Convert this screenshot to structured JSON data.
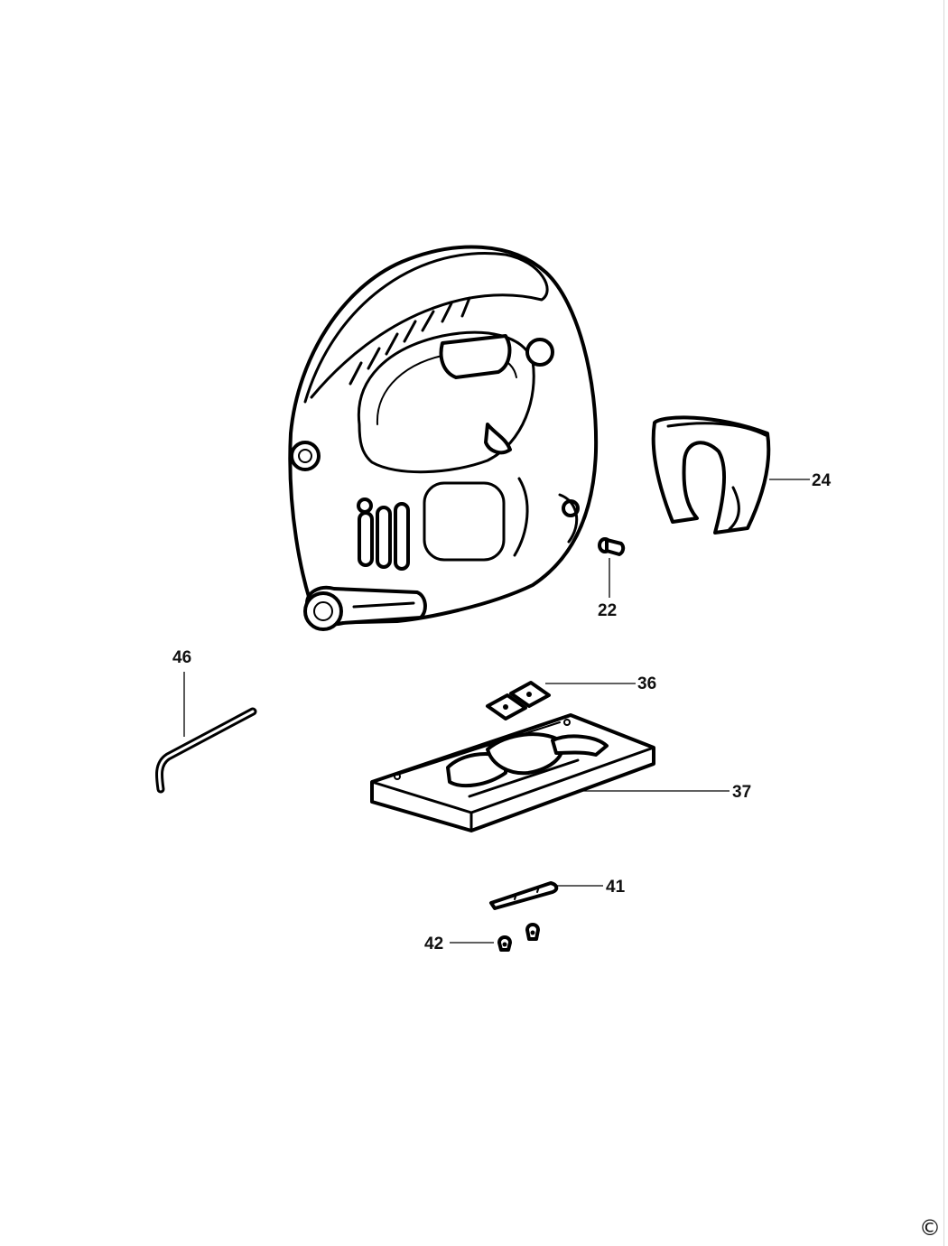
{
  "callouts": [
    {
      "id": "24",
      "label": "24"
    },
    {
      "id": "22",
      "label": "22"
    },
    {
      "id": "46",
      "label": "46"
    },
    {
      "id": "36",
      "label": "36"
    },
    {
      "id": "37",
      "label": "37"
    },
    {
      "id": "41",
      "label": "41"
    },
    {
      "id": "42",
      "label": "42"
    }
  ],
  "copyright_symbol": "©"
}
